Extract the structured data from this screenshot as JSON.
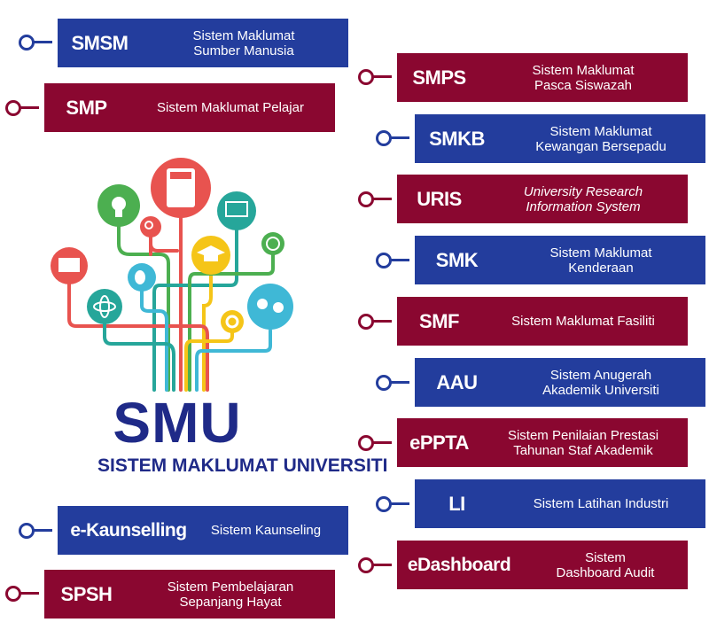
{
  "title": "SMU",
  "subtitle": "SISTEM MAKLUMAT UNIVERSITI",
  "colors": {
    "blue": "#233d9d",
    "maroon": "#8a0730",
    "title": "#1f2a88"
  },
  "left_systems": [
    {
      "abbr": "SMSM",
      "desc1": "Sistem Maklumat",
      "desc2": "Sumber Manusia",
      "color": "blue"
    },
    {
      "abbr": "SMP",
      "desc1": "Sistem Maklumat Pelajar",
      "desc2": "",
      "color": "maroon"
    },
    {
      "abbr": "e-Kaunselling",
      "desc1": "Sistem Kaunseling",
      "desc2": "",
      "color": "blue"
    },
    {
      "abbr": "SPSH",
      "desc1": "Sistem Pembelajaran",
      "desc2": "Sepanjang Hayat",
      "color": "maroon"
    }
  ],
  "right_systems": [
    {
      "abbr": "SMPS",
      "desc1": "Sistem Maklumat",
      "desc2": "Pasca Siswazah",
      "color": "maroon"
    },
    {
      "abbr": "SMKB",
      "desc1": "Sistem Maklumat",
      "desc2": "Kewangan Bersepadu",
      "color": "blue"
    },
    {
      "abbr": "URIS",
      "desc1": "University Research",
      "desc2": "Information System",
      "color": "maroon"
    },
    {
      "abbr": "SMK",
      "desc1": "Sistem Maklumat",
      "desc2": "Kenderaan",
      "color": "blue"
    },
    {
      "abbr": "SMF",
      "desc1": "Sistem Maklumat Fasiliti",
      "desc2": "",
      "color": "maroon"
    },
    {
      "abbr": "AAU",
      "desc1": "Sistem Anugerah",
      "desc2": "Akademik Universiti",
      "color": "blue"
    },
    {
      "abbr": "ePPTA",
      "desc1": "Sistem Penilaian Prestasi",
      "desc2": "Tahunan Staf Akademik",
      "color": "maroon"
    },
    {
      "abbr": "LI",
      "desc1": "Sistem Latihan Industri",
      "desc2": "",
      "color": "blue"
    },
    {
      "abbr": "eDashboard",
      "desc1": "Sistem",
      "desc2": "Dashboard Audit",
      "color": "maroon"
    }
  ]
}
